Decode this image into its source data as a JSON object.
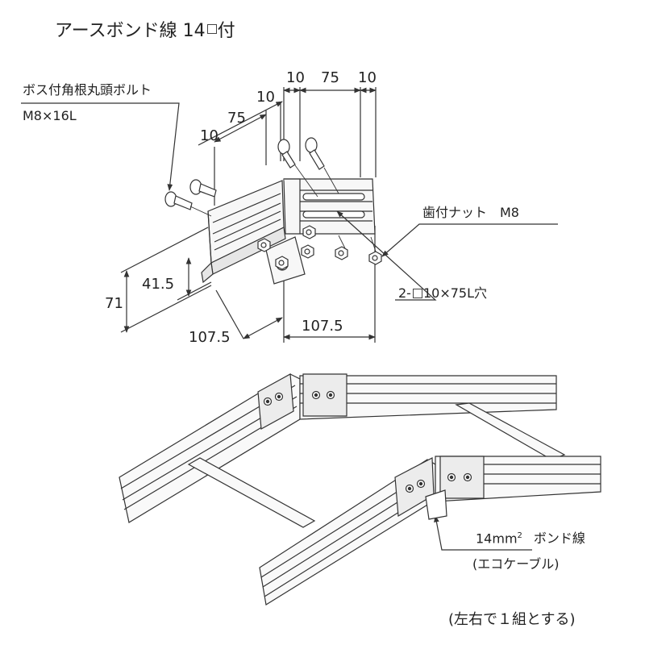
{
  "title": {
    "prefix": "アースボンド線 14",
    "suffix": "付"
  },
  "dimensions": {
    "d10_top_a": "10",
    "d75_top": "75",
    "d10_top_b": "10",
    "d10_mid": "10",
    "d75_left": "75",
    "d10_left": "10",
    "d41_5": "41.5",
    "d71": "71",
    "d107_5_left": "107.5",
    "d107_5_right": "107.5"
  },
  "callouts": {
    "bolt_name": "ボス付角根丸頭ボルト",
    "bolt_size": "M8×16L",
    "nut": "歯付ナット　M8",
    "hole_prefix": "2-",
    "hole_suffix": "10×75L穴",
    "bond_size": "14mm",
    "bond_sup": "2",
    "bond_name": "ボンド線",
    "bond_type": "(エコケーブル)"
  },
  "footer": "(左右で１組とする)",
  "colors": {
    "line": "#333333",
    "fill": "#f7f7f7",
    "shade": "#d9d9d9"
  }
}
